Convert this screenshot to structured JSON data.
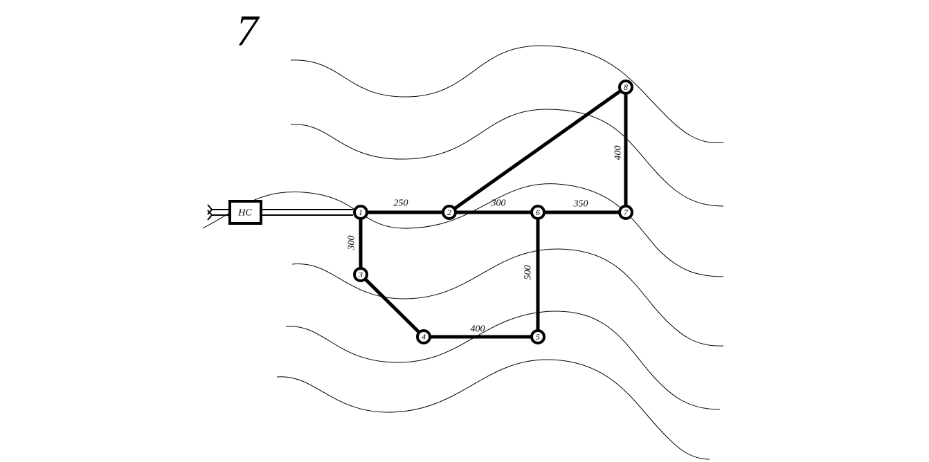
{
  "variant_number": "7",
  "pump_station_label": "НС",
  "nodes": [
    {
      "id": "1",
      "label": "1"
    },
    {
      "id": "2",
      "label": "2"
    },
    {
      "id": "3",
      "label": "3"
    },
    {
      "id": "4",
      "label": "4"
    },
    {
      "id": "5",
      "label": "5"
    },
    {
      "id": "6",
      "label": "6"
    },
    {
      "id": "7",
      "label": "7"
    },
    {
      "id": "8",
      "label": "8"
    }
  ],
  "pipes": [
    {
      "from": "1",
      "to": "2",
      "length": "250"
    },
    {
      "from": "2",
      "to": "6",
      "length": "300"
    },
    {
      "from": "6",
      "to": "7",
      "length": "350"
    },
    {
      "from": "7",
      "to": "8",
      "length": "400"
    },
    {
      "from": "2",
      "to": "8",
      "length": ""
    },
    {
      "from": "1",
      "to": "3",
      "length": "300"
    },
    {
      "from": "3",
      "to": "4",
      "length": ""
    },
    {
      "from": "4",
      "to": "5",
      "length": "400"
    },
    {
      "from": "6",
      "to": "5",
      "length": "500"
    }
  ]
}
